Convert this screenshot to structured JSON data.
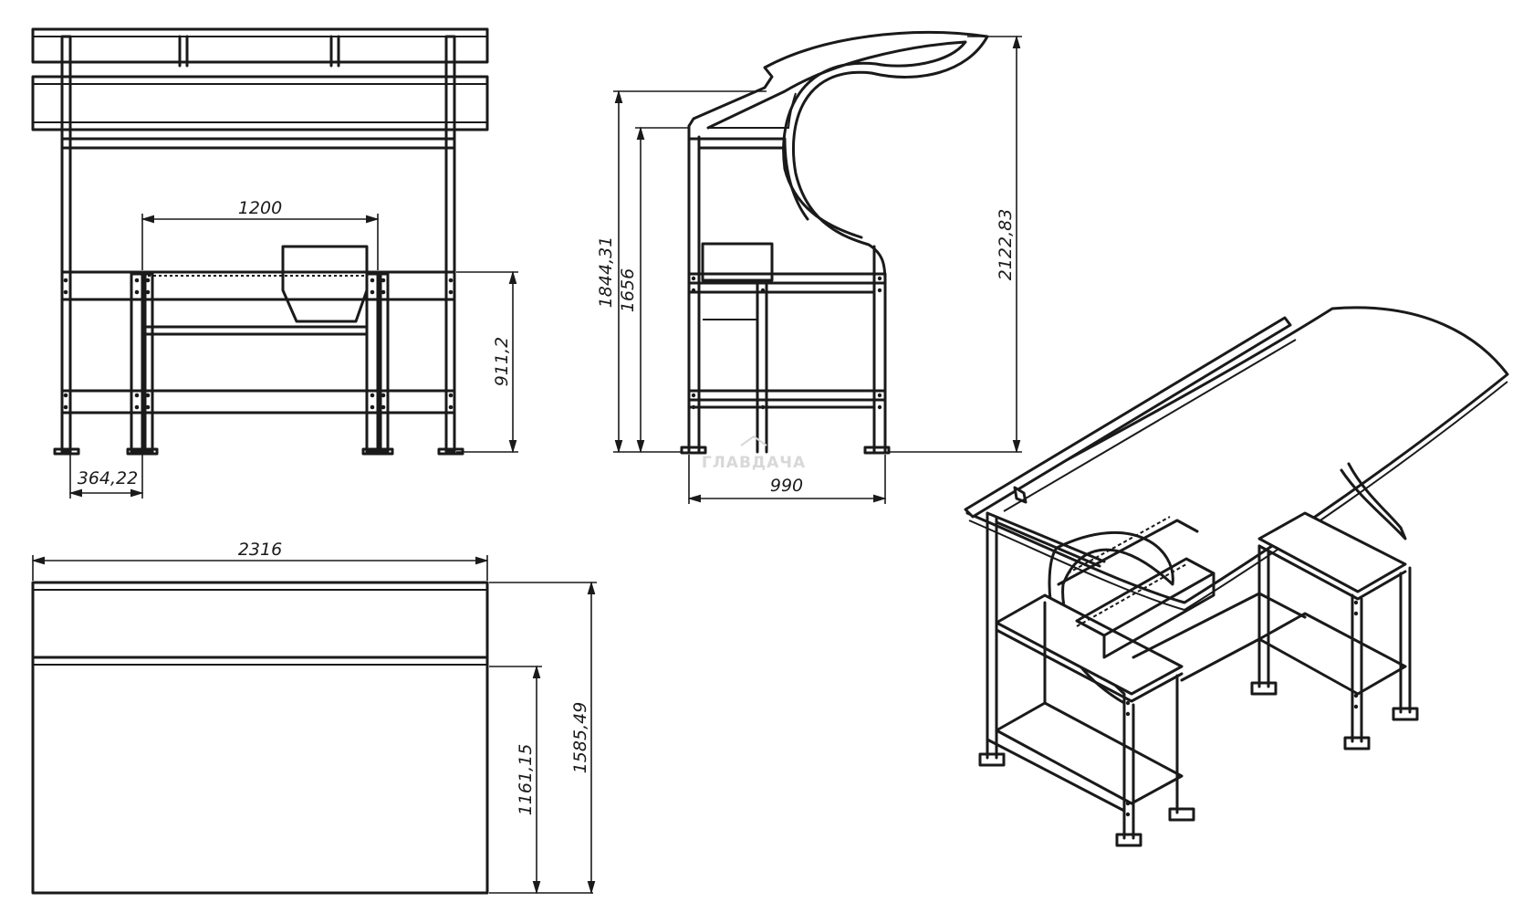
{
  "dimensions": {
    "front_span": "1200",
    "front_height": "911,2",
    "front_offset": "364,22",
    "side_height_outer": "1844,31",
    "side_height_inner": "1656",
    "side_height_total": "2122,83",
    "side_depth": "990",
    "top_width": "2316",
    "top_depth_inner": "1161,15",
    "top_depth_outer": "1585,49"
  },
  "watermark": "ГЛАВДАЧА"
}
